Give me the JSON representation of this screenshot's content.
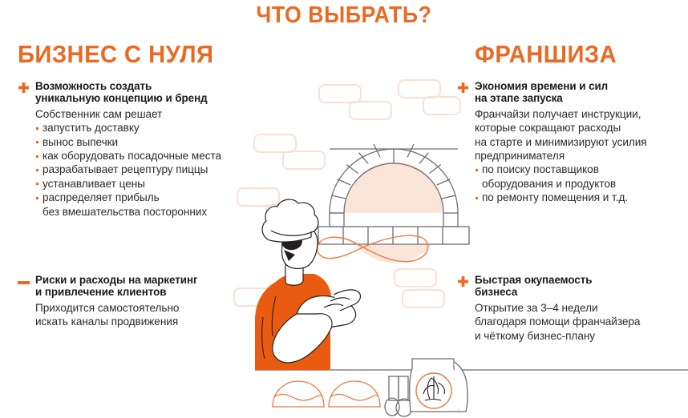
{
  "page": {
    "title": "ЧТО ВЫБРАТЬ?",
    "accent_color": "#ea6a24",
    "text_color": "#231f20",
    "background": "#ffffff",
    "brick_outline_color": "#f7ded2",
    "oven_outline_color": "#6e6e73",
    "oven_fill_color": "#fbe4d8"
  },
  "left_column": {
    "heading": "БИЗНЕС С НУЛЯ",
    "blocks": [
      {
        "marker": "plus-icon",
        "title_line1": "Возможность создать",
        "title_line2": "уникальную концепцию и бренд",
        "lead": "Собственник сам решает",
        "bullets": [
          {
            "line1": "запустить доставку",
            "line2": ""
          },
          {
            "line1": "вынос выпечки",
            "line2": ""
          },
          {
            "line1": "как оборудовать посадочные места",
            "line2": ""
          },
          {
            "line1": "разрабатывает рецептуру пиццы",
            "line2": ""
          },
          {
            "line1": "устанавливает цены",
            "line2": ""
          },
          {
            "line1": "распределяет прибыль",
            "line2": "без вмешательства посторонних"
          }
        ]
      },
      {
        "marker": "minus-icon",
        "title_line1": "Риски и расходы на маркетинг",
        "title_line2": "и привлечение клиентов",
        "lead_line1": "Приходится самостоятельно",
        "lead_line2": "искать каналы продвижения",
        "bullets": []
      }
    ]
  },
  "right_column": {
    "heading": "ФРАНШИЗА",
    "blocks": [
      {
        "marker": "plus-icon",
        "title_line1": "Экономия времени и сил",
        "title_line2": "на этапе запуска",
        "lead_line1": "Франчайзи получает инструкции,",
        "lead_line2": "которые сокращают расходы",
        "lead_line3": "на старте и минимизируют усилия",
        "lead_line4": "предпринимателя",
        "bullets": [
          {
            "line1": "по поиску поставщиков",
            "line2": "оборудования и продуктов"
          },
          {
            "line1": "по ремонту помещения и т.д.",
            "line2": ""
          }
        ]
      },
      {
        "marker": "plus-icon",
        "title_line1": "Быстрая окупаемость",
        "title_line2": "бизнеса",
        "lead_line1": "Открытие за 3–4 недели",
        "lead_line2": "благодаря помощи франчайзера",
        "lead_line3": "и чёткому бизнес-плану",
        "bullets": []
      }
    ]
  },
  "illustration": {
    "oven_label": "pizza-oven",
    "chef_label": "chef-figure",
    "dough_swirl_label": "dough-swirl",
    "dough_balls_label": "dough-balls",
    "rolling_pin_label": "rolling-pin",
    "flour_sack_label": "flour-sack"
  }
}
